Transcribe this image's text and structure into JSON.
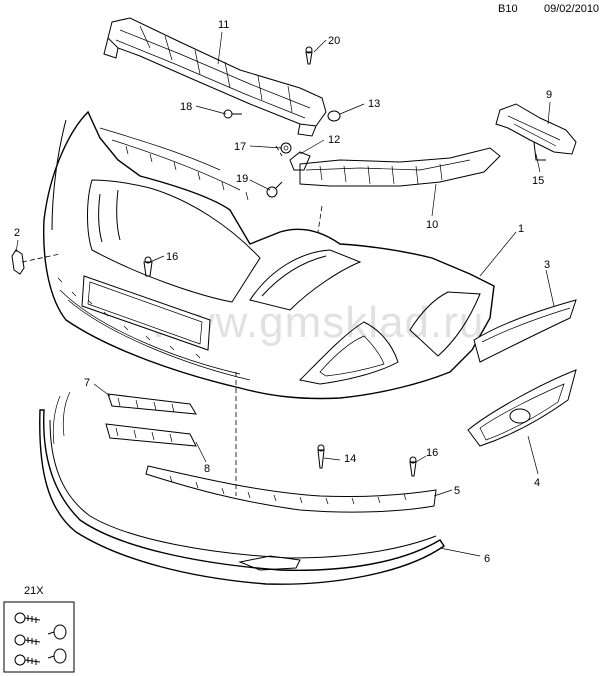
{
  "header": {
    "code": "B10",
    "date": "09/02/2010"
  },
  "watermark": "www.gmsklad.ru",
  "callouts": {
    "c1": "1",
    "c2": "2",
    "c3": "3",
    "c4": "4",
    "c5": "5",
    "c6": "6",
    "c7": "7",
    "c8": "8",
    "c9": "9",
    "c10": "10",
    "c11": "11",
    "c12": "12",
    "c13": "13",
    "c14": "14",
    "c15": "15",
    "c16a": "16",
    "c16b": "16",
    "c17": "17",
    "c18": "18",
    "c19": "19",
    "c20": "20",
    "c21": "21X"
  }
}
